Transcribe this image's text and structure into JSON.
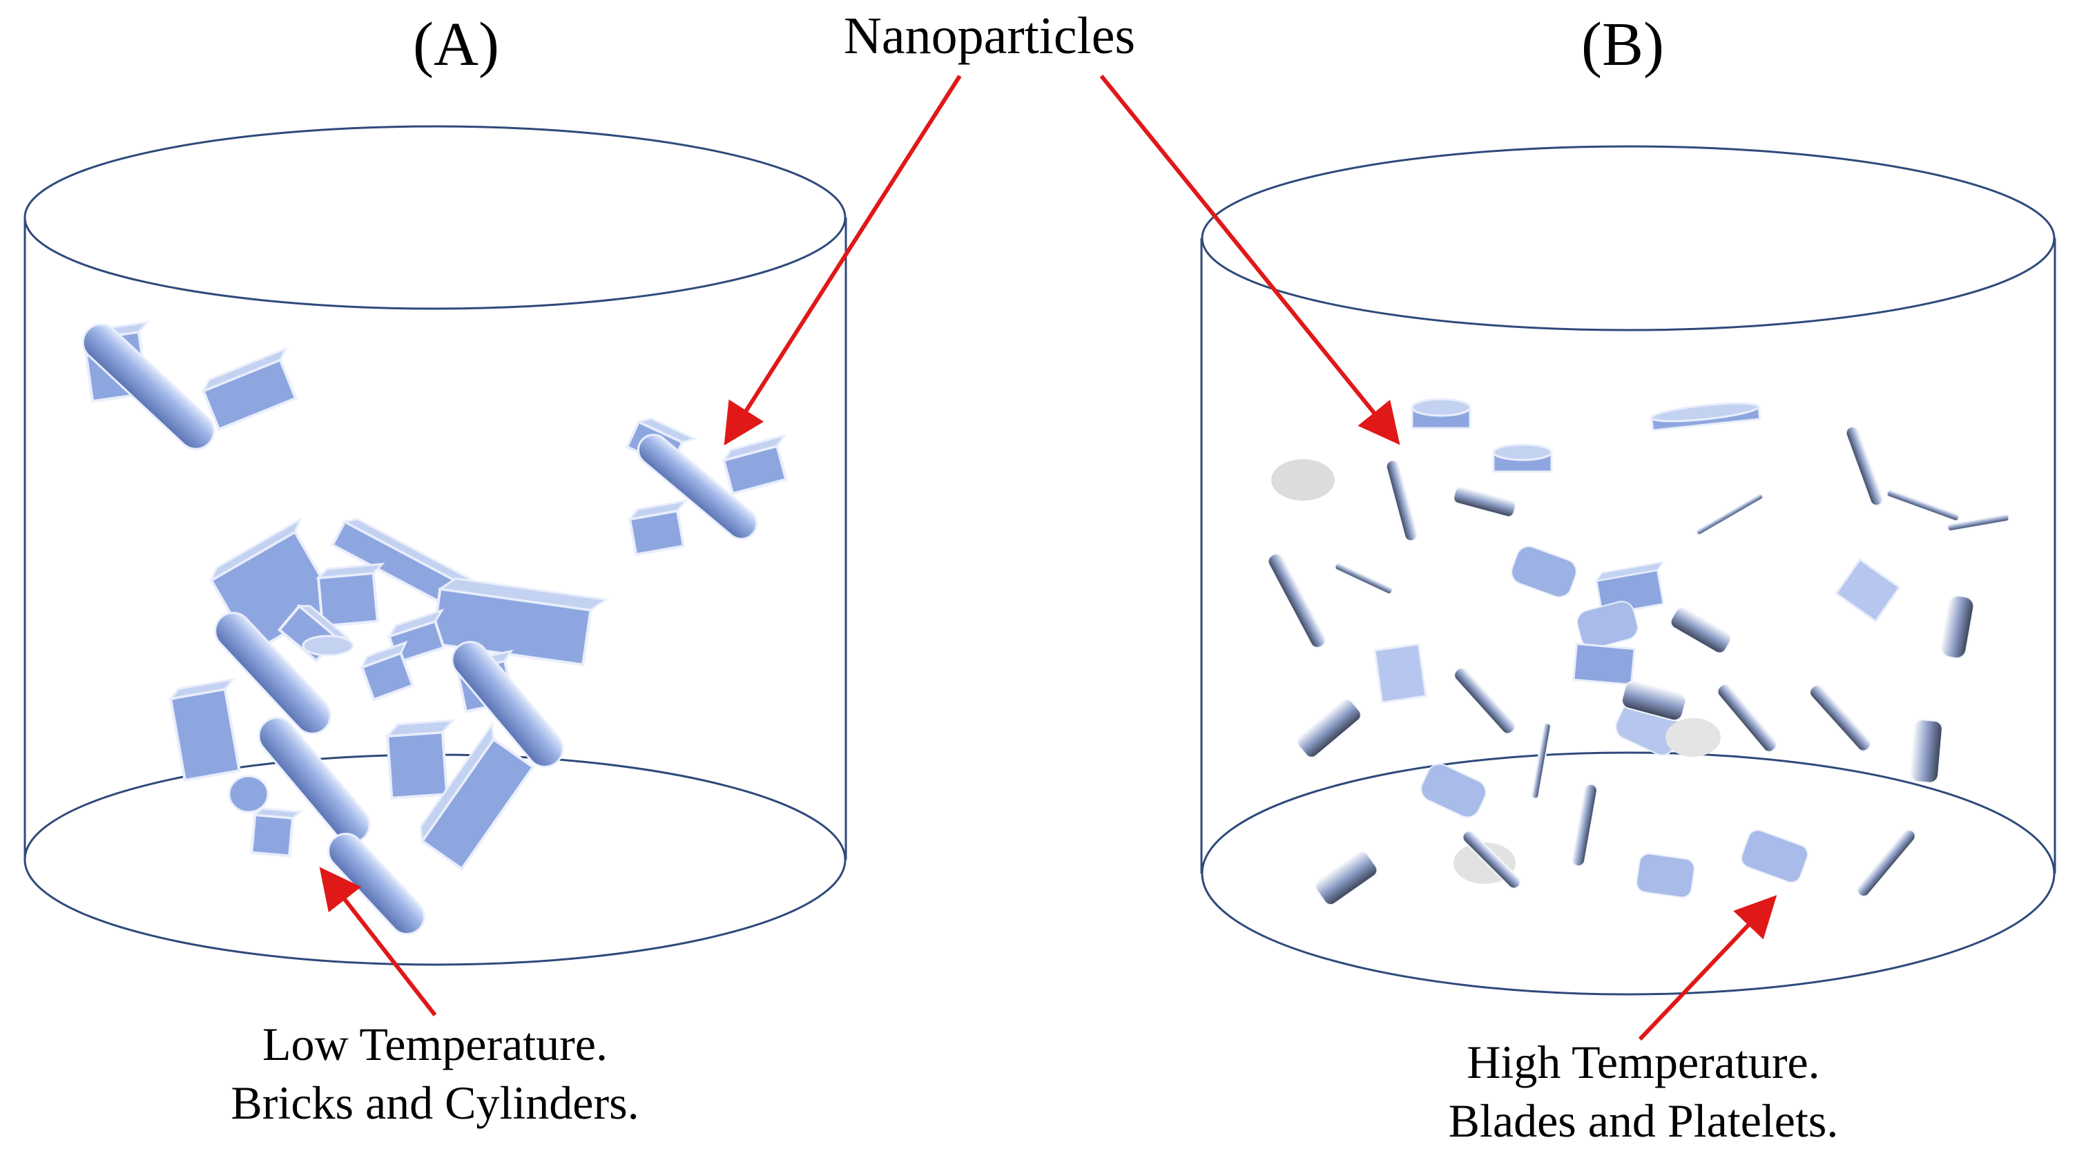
{
  "panels": {
    "a_label": "(A)",
    "b_label": "(B)"
  },
  "nanoparticles_label": "Nanoparticles",
  "captions": {
    "low": {
      "line1": "Low Temperature.",
      "line2": "Bricks and Cylinders."
    },
    "high": {
      "line1": "High Temperature.",
      "line2": "Blades and Platelets."
    }
  },
  "colors": {
    "container_outline": "#2e4a7a",
    "particle_fill": "#8ea6e0",
    "particle_face_light": "#c4d2f2",
    "particle_face_dark": "#6f88c6",
    "particle_edge": "#e9eefb",
    "rim_dark": "#3a4256",
    "ghost": "#dcdcdc",
    "arrow": "#e01818"
  }
}
